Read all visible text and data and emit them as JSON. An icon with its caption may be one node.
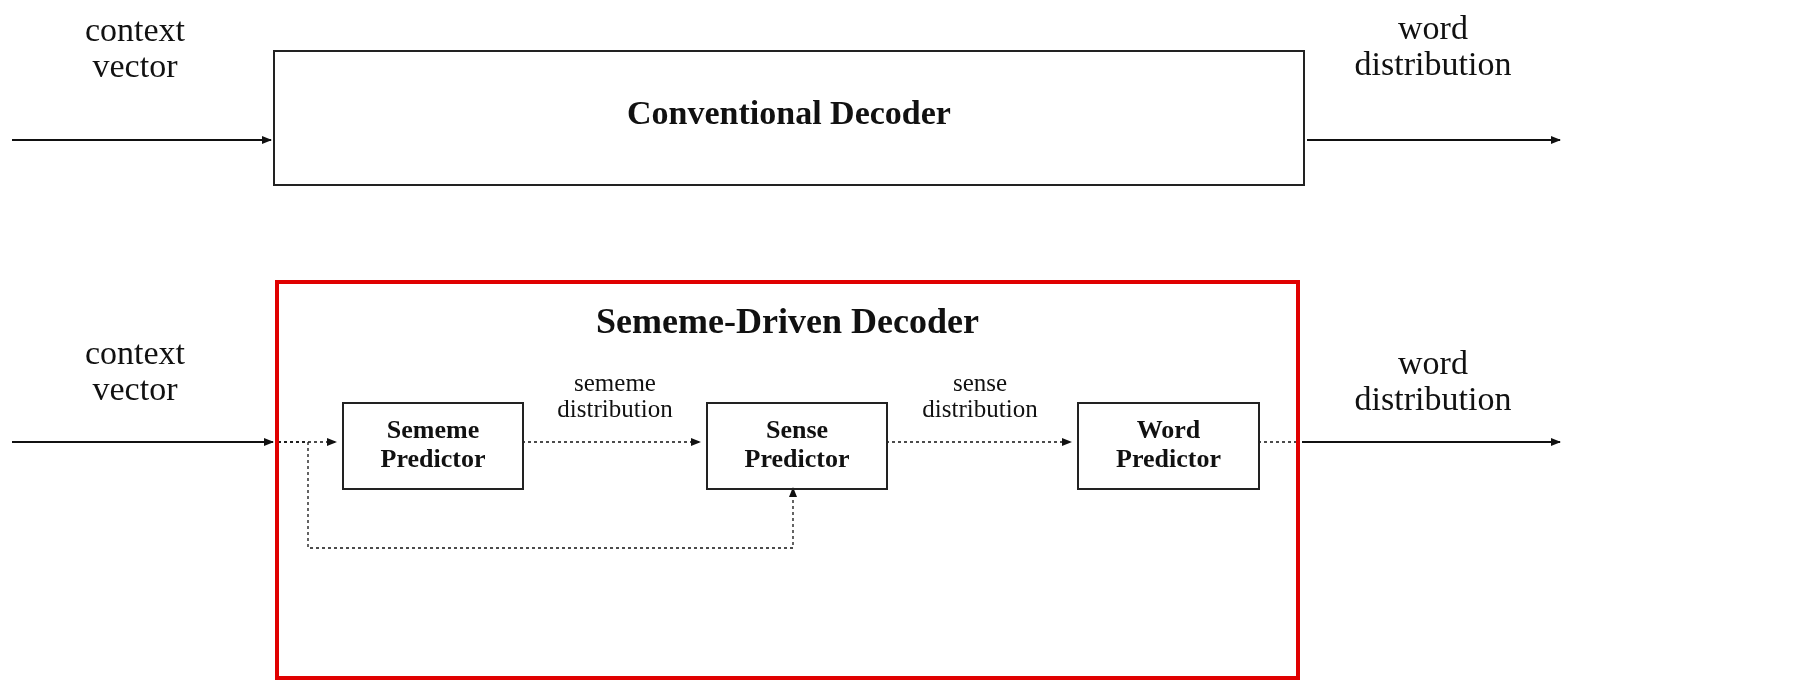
{
  "diagram": {
    "nodes": [
      {
        "text": [
          "Conventional Decoder"
        ]
      },
      {
        "text": [
          "Sememe-Driven Decoder"
        ]
      },
      {
        "text": [
          "Sememe Predictor"
        ],
        "in": 1
      },
      {
        "text": [
          "Sense Predictor"
        ],
        "in": 1
      },
      {
        "text": [
          "Word Predictor"
        ],
        "in": 1
      }
    ],
    "edges": [
      {
        "from": null,
        "to": 0,
        "arrow": "to",
        "label": "context vector"
      },
      {
        "from": 0,
        "to": null,
        "arrow": "to",
        "label": "word distribution"
      },
      {
        "from": null,
        "to": 1,
        "arrow": "to",
        "label": "context vector"
      },
      {
        "from": 1,
        "to": 2,
        "arrow": "to",
        "style": "dashed"
      },
      {
        "from": 1,
        "to": 3,
        "arrow": "to",
        "style": "dashed"
      },
      {
        "from": 2,
        "to": 3,
        "arrow": "to",
        "style": "dashed",
        "label": "sememe distribution"
      },
      {
        "from": 3,
        "to": 4,
        "arrow": "to",
        "style": "dashed",
        "label": "sense distribution"
      },
      {
        "from": 4,
        "to": 1,
        "arrow": "none",
        "style": "dashed"
      },
      {
        "from": 1,
        "to": null,
        "arrow": "to",
        "label": "word distribution"
      }
    ]
  }
}
